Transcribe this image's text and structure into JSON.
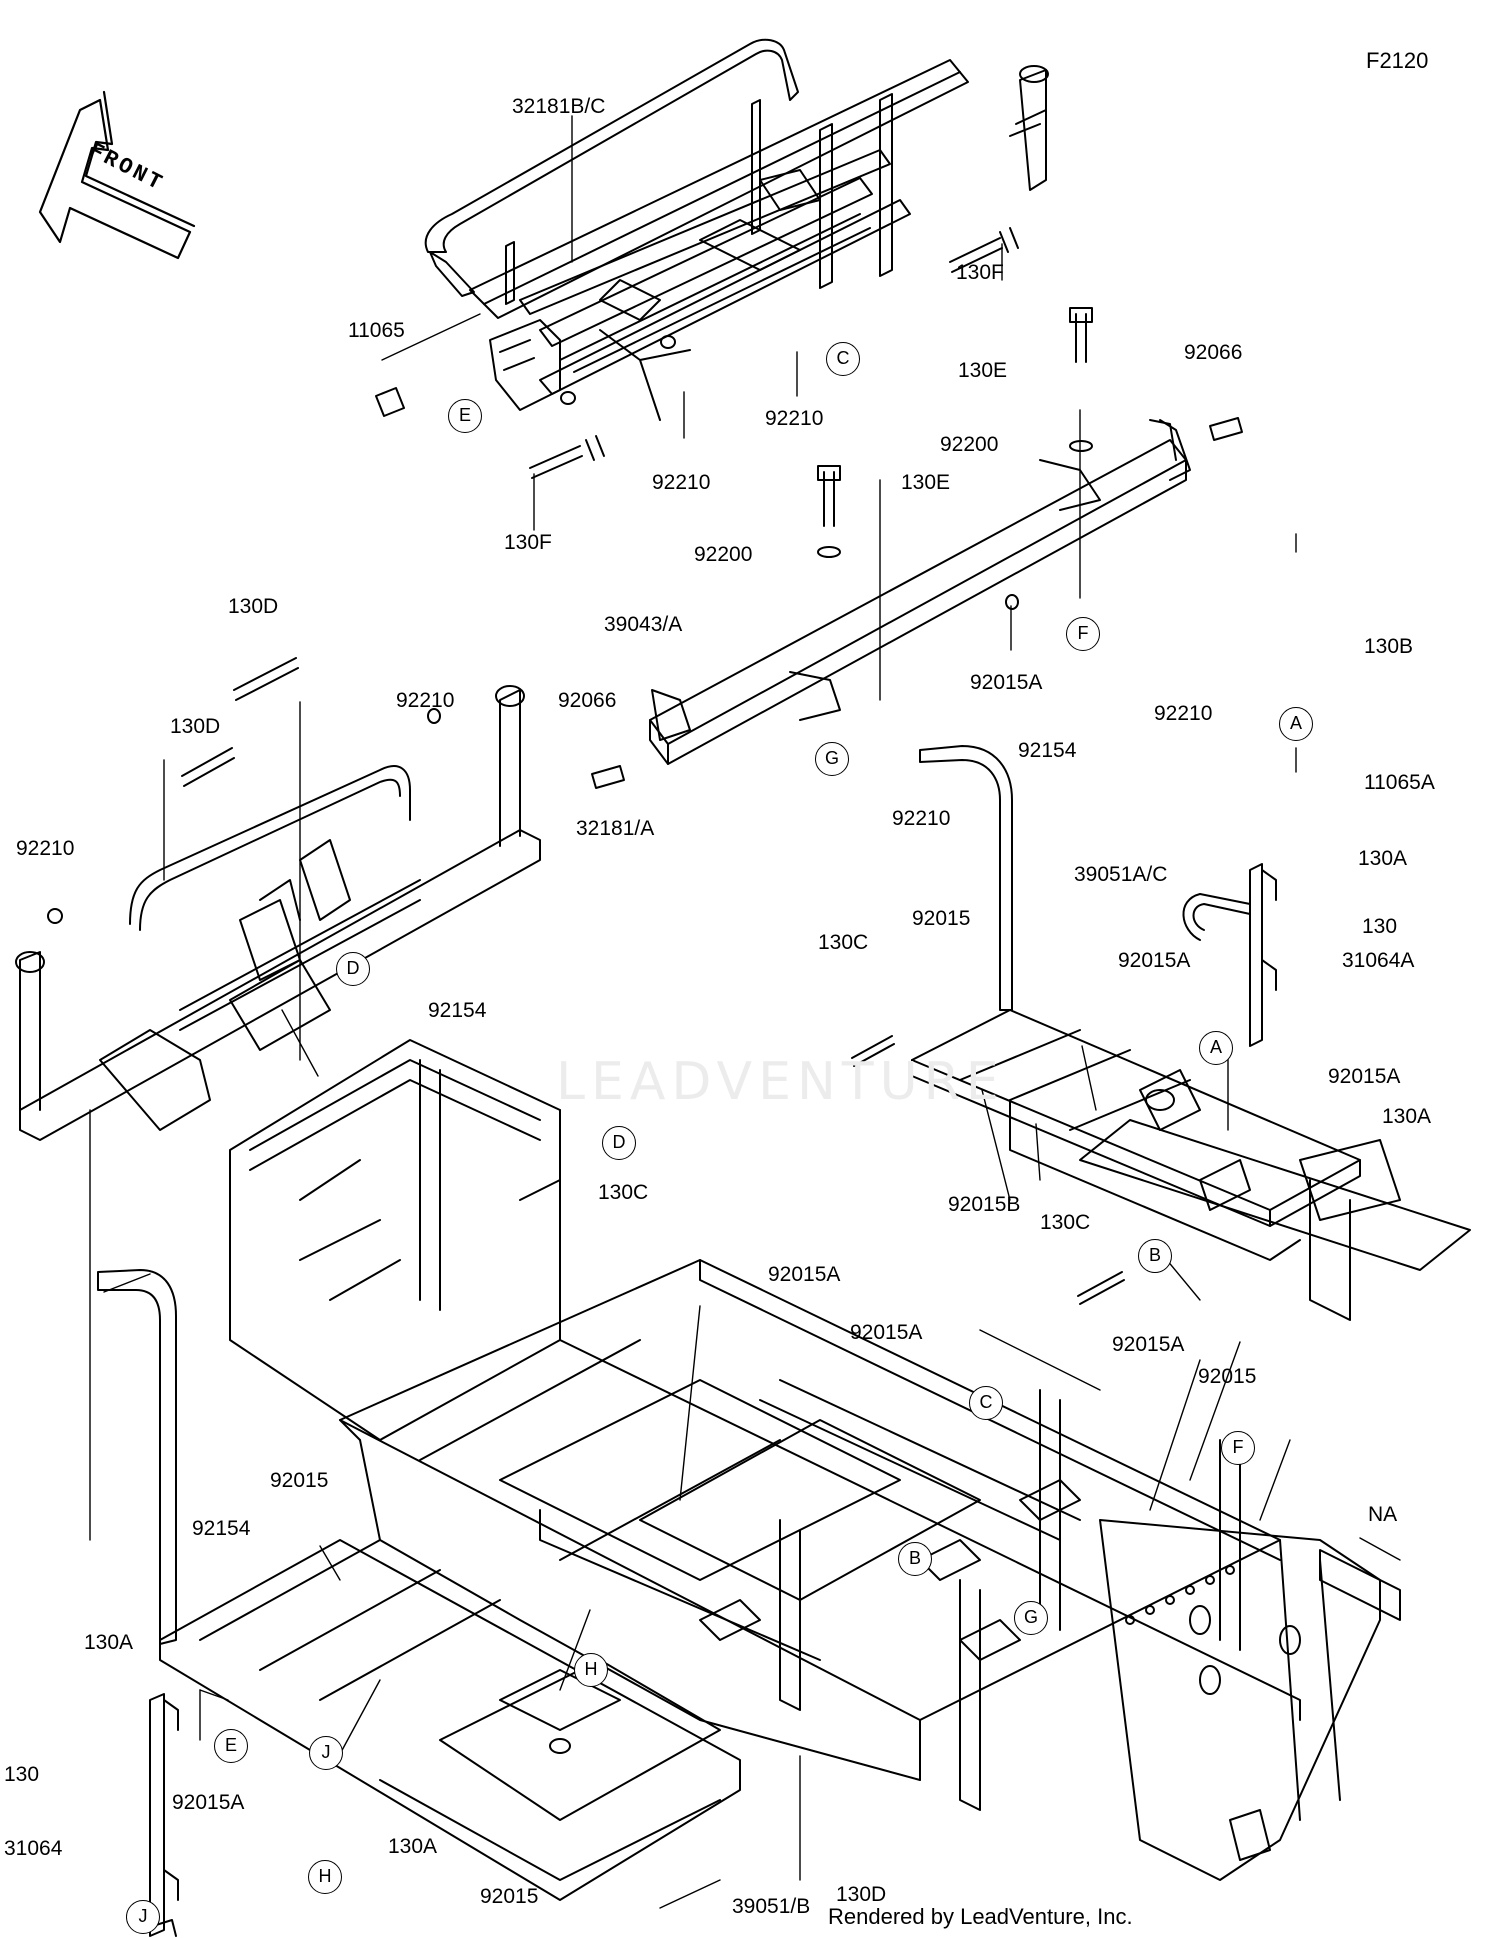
{
  "figure_id": "F2120",
  "front_arrow": "FRONT",
  "watermark": "LEADVENTURE",
  "footer": "Rendered by LeadVenture, Inc.",
  "parts": [
    {
      "id": "p1",
      "label": "32181B/C"
    },
    {
      "id": "p2",
      "label": "11065"
    },
    {
      "id": "p3",
      "label": "130F"
    },
    {
      "id": "p4",
      "label": "92210"
    },
    {
      "id": "p5",
      "label": "92210"
    },
    {
      "id": "p6",
      "label": "130F"
    },
    {
      "id": "p7",
      "label": "130E"
    },
    {
      "id": "p8",
      "label": "92066"
    },
    {
      "id": "p9",
      "label": "92200"
    },
    {
      "id": "p10",
      "label": "130E"
    },
    {
      "id": "p11",
      "label": "92200"
    },
    {
      "id": "p12",
      "label": "130D"
    },
    {
      "id": "p13",
      "label": "39043/A"
    },
    {
      "id": "p14",
      "label": "92015A"
    },
    {
      "id": "p15",
      "label": "130B"
    },
    {
      "id": "p16",
      "label": "92066"
    },
    {
      "id": "p17",
      "label": "92210"
    },
    {
      "id": "p18",
      "label": "130D"
    },
    {
      "id": "p19",
      "label": "92210"
    },
    {
      "id": "p20",
      "label": "92154"
    },
    {
      "id": "p21",
      "label": "11065A"
    },
    {
      "id": "p22",
      "label": "32181/A"
    },
    {
      "id": "p23",
      "label": "92210"
    },
    {
      "id": "p24",
      "label": "92210"
    },
    {
      "id": "p25",
      "label": "130A"
    },
    {
      "id": "p26",
      "label": "39051A/C"
    },
    {
      "id": "p27",
      "label": "92015"
    },
    {
      "id": "p28",
      "label": "130"
    },
    {
      "id": "p29",
      "label": "130C"
    },
    {
      "id": "p30",
      "label": "92015A"
    },
    {
      "id": "p31",
      "label": "31064A"
    },
    {
      "id": "p32",
      "label": "92154"
    },
    {
      "id": "p33",
      "label": "92015A"
    },
    {
      "id": "p34",
      "label": "130A"
    },
    {
      "id": "p35",
      "label": "130C"
    },
    {
      "id": "p36",
      "label": "92015B"
    },
    {
      "id": "p37",
      "label": "130C"
    },
    {
      "id": "p38",
      "label": "92015A"
    },
    {
      "id": "p39",
      "label": "92015A"
    },
    {
      "id": "p40",
      "label": "92015A"
    },
    {
      "id": "p41",
      "label": "92015"
    },
    {
      "id": "p42",
      "label": "92154"
    },
    {
      "id": "p43",
      "label": "92015"
    },
    {
      "id": "p44",
      "label": "NA"
    },
    {
      "id": "p45",
      "label": "130A"
    },
    {
      "id": "p46",
      "label": "130"
    },
    {
      "id": "p47",
      "label": "92015A"
    },
    {
      "id": "p48",
      "label": "31064"
    },
    {
      "id": "p49",
      "label": "130A"
    },
    {
      "id": "p50",
      "label": "130D"
    },
    {
      "id": "p51",
      "label": "92015"
    },
    {
      "id": "p52",
      "label": "39051/B"
    }
  ],
  "callouts": [
    {
      "id": "c1",
      "letter": "C"
    },
    {
      "id": "c2",
      "letter": "E"
    },
    {
      "id": "c3",
      "letter": "F"
    },
    {
      "id": "c4",
      "letter": "A"
    },
    {
      "id": "c5",
      "letter": "G"
    },
    {
      "id": "c6",
      "letter": "D"
    },
    {
      "id": "c7",
      "letter": "D"
    },
    {
      "id": "c8",
      "letter": "A"
    },
    {
      "id": "c9",
      "letter": "B"
    },
    {
      "id": "c10",
      "letter": "C"
    },
    {
      "id": "c11",
      "letter": "F"
    },
    {
      "id": "c12",
      "letter": "B"
    },
    {
      "id": "c13",
      "letter": "G"
    },
    {
      "id": "c14",
      "letter": "H"
    },
    {
      "id": "c15",
      "letter": "E"
    },
    {
      "id": "c16",
      "letter": "J"
    },
    {
      "id": "c17",
      "letter": "H"
    },
    {
      "id": "c18",
      "letter": "J"
    }
  ]
}
